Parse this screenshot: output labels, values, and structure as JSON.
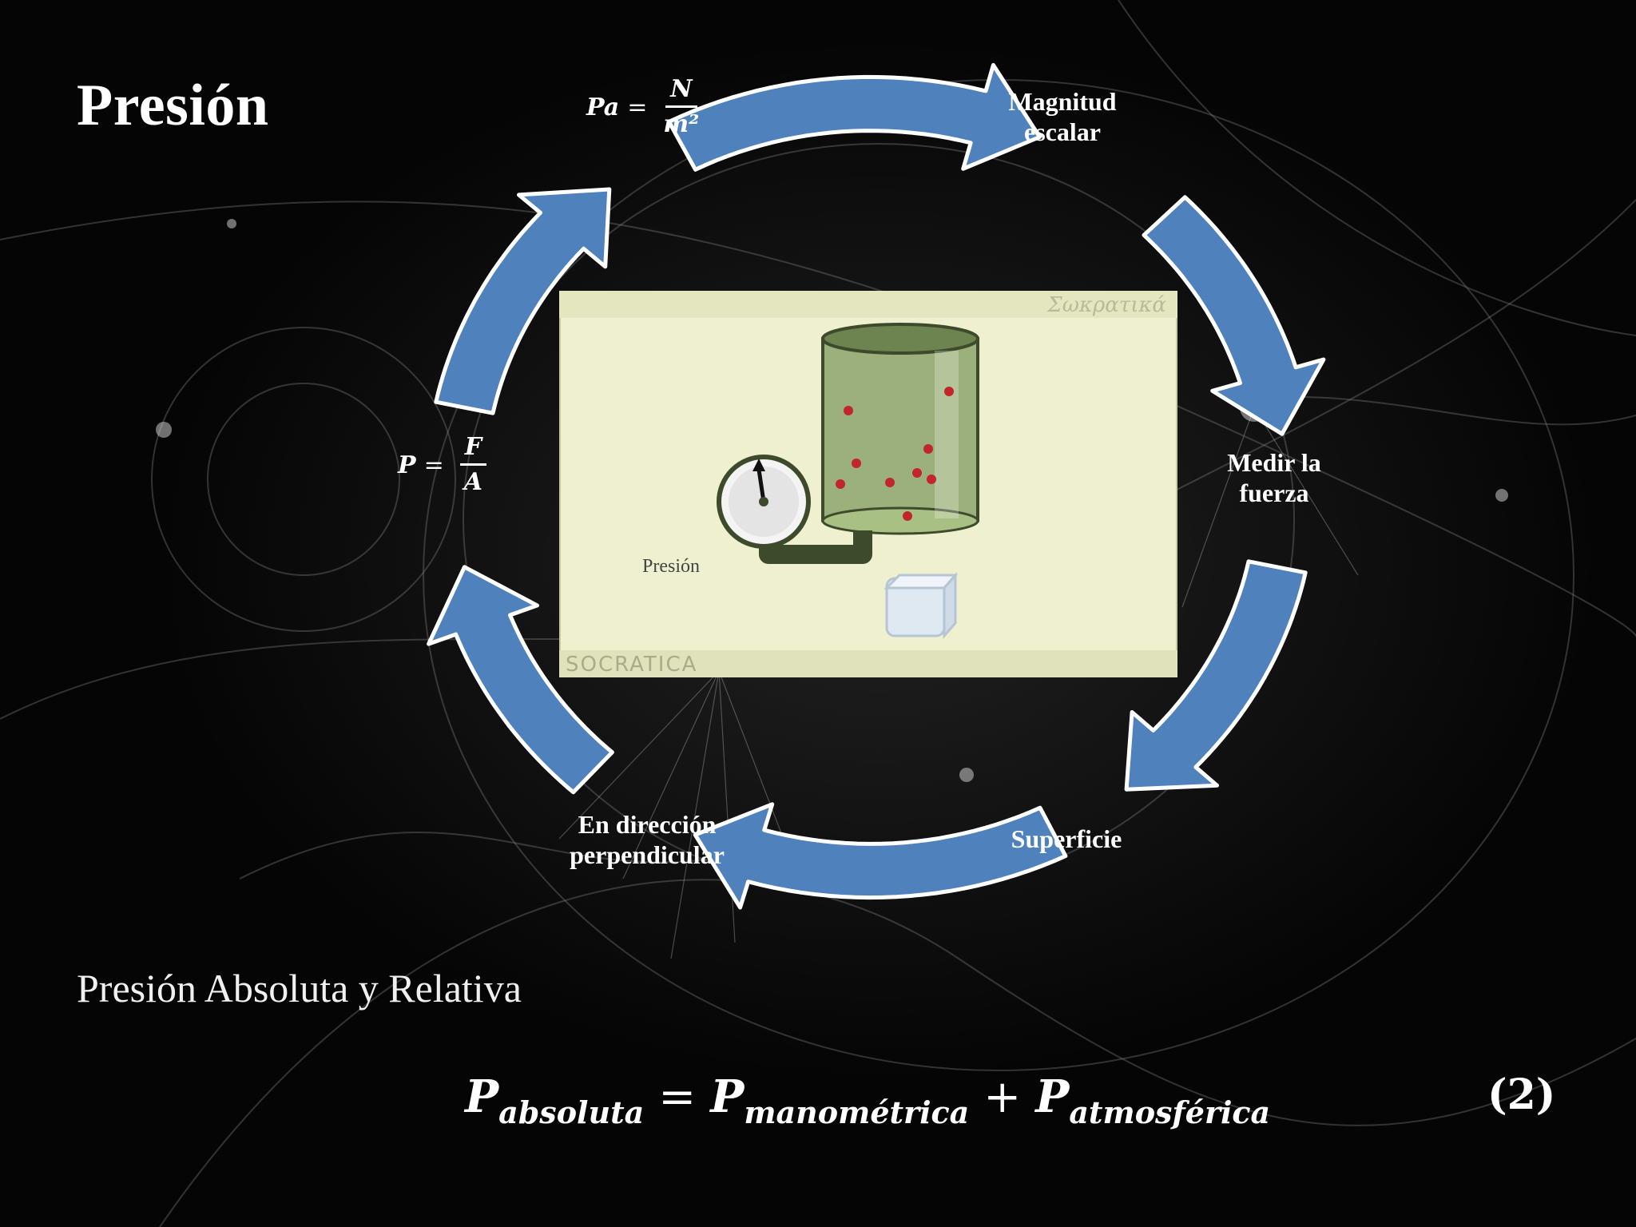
{
  "slide": {
    "title": "Presión",
    "subtitle": "Presión Absoluta y Relativa"
  },
  "cycle": {
    "pa_formula": {
      "lhs": "Pa",
      "eq": "=",
      "num": "N",
      "den": "m²"
    },
    "p_formula": {
      "lhs": "P",
      "eq": "=",
      "num": "F",
      "den": "A"
    },
    "magnitud": "Magnitud escalar",
    "medir": "Medir la fuerza",
    "superficie": "Superficie",
    "direccion": "En dirección perpendicular",
    "arrow_color": "#4f81bd"
  },
  "photo": {
    "watermark_top": "Σωκρατικά",
    "label": "Presión",
    "watermark_bottom": "SOCRATICA"
  },
  "equation": {
    "p": "P",
    "sub_abs": "absoluta",
    "eq": "=",
    "sub_man": "manométrica",
    "plus": "+",
    "sub_atm": "atmosférica",
    "number": "(2)"
  }
}
